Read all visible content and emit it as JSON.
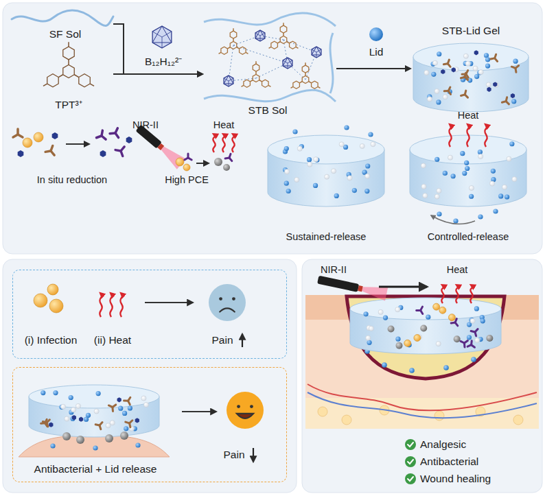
{
  "diagram": {
    "nodes": [
      {
        "text": [
          "SF Sol"
        ]
      },
      {
        "text": [
          "TPT³⁺"
        ]
      },
      {
        "text": [
          "STB Sol"
        ]
      },
      {
        "text": [
          "STB-Lid Gel"
        ]
      },
      {
        "text": [
          "(i) Infection",
          "(ii) Heat",
          "Pain"
        ]
      },
      {
        "text": [
          "Antibacterial + Lid release",
          "Pain"
        ]
      }
    ],
    "edges": [
      {
        "from": 0,
        "to": 2,
        "arrow": "to",
        "label": "B₁₂H₁₂²⁻"
      },
      {
        "from": 1,
        "to": 2,
        "arrow": "to"
      },
      {
        "from": 2,
        "to": 3,
        "arrow": "to",
        "label": "Lid"
      }
    ],
    "labels": [
      "In situ reduction",
      "NIR-II",
      "Heat",
      "High PCE",
      "Sustained-release",
      "Heat",
      "Controlled-release",
      "NIR-II",
      "Heat",
      "Analgesic",
      "Antibacterial",
      "Wound healing"
    ]
  }
}
